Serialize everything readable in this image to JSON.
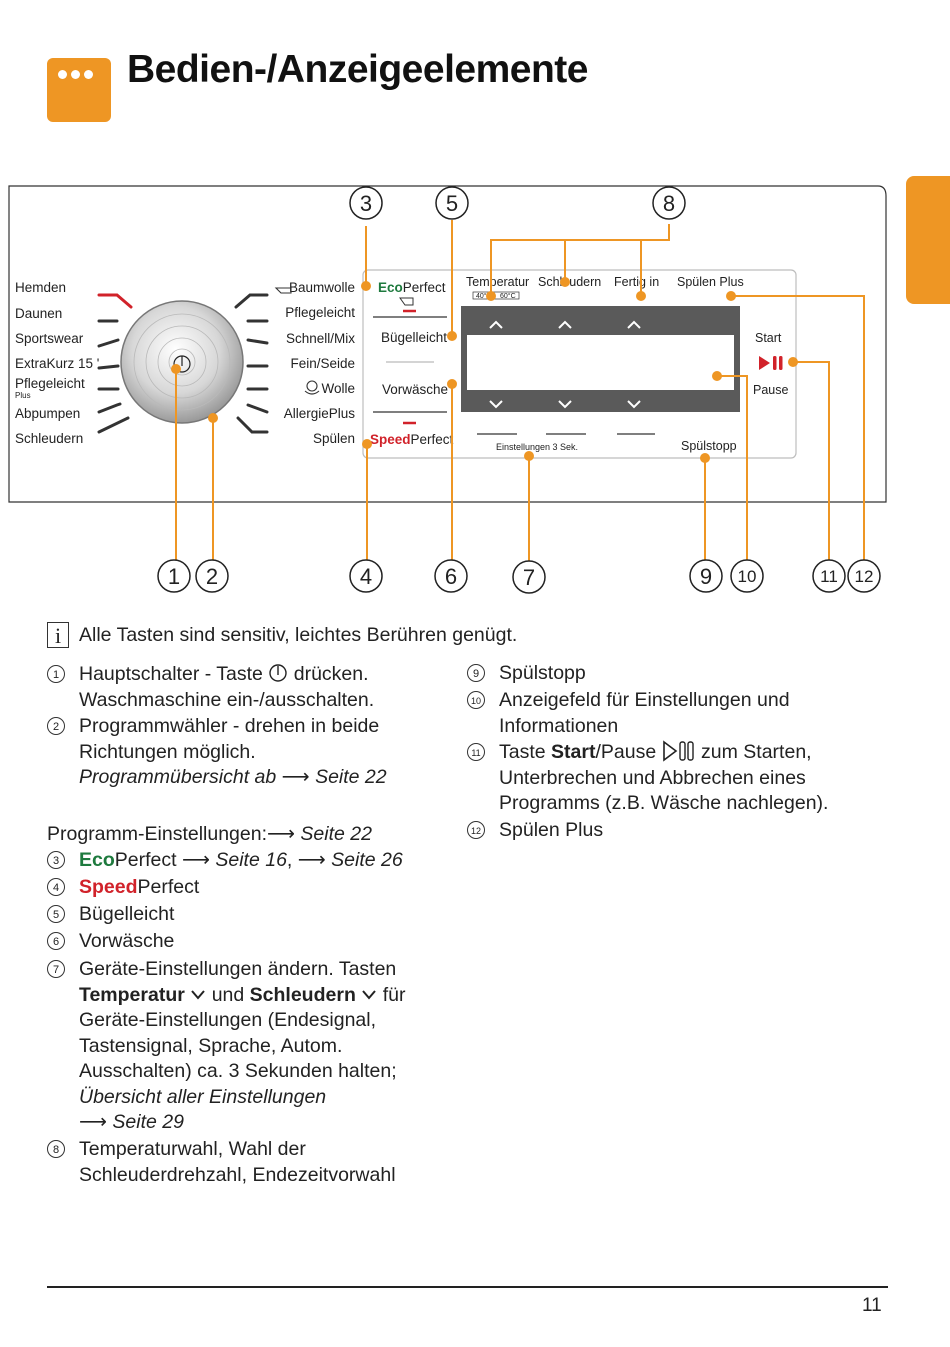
{
  "page": {
    "title": "Bedien-/Anzeigeelemente",
    "number": "11"
  },
  "panel": {
    "programs_left": [
      "Hemden",
      "Daunen",
      "Sportswear",
      "ExtraKurz 15 '",
      "Pflegeleicht",
      "Abpumpen",
      "Schleudern"
    ],
    "programs_left_sub": "Plus",
    "programs_right": [
      "Baumwolle",
      "Pflegeleicht",
      "Schnell/Mix",
      "Fein/Seide",
      "Wolle",
      "AllergiePlus",
      "Spülen"
    ],
    "eco_prefix": "Eco",
    "eco_suffix": "Perfect",
    "speed_prefix": "Speed",
    "speed_suffix": "Perfect",
    "buttons_middle": [
      "Bügelleicht",
      "Vorwäsche"
    ],
    "display_labels": [
      "Temperatur",
      "Schleudern",
      "Fertig in",
      "Spülen Plus"
    ],
    "temp_sub": [
      "40°",
      "60°C"
    ],
    "start_label": "Start",
    "pause_label": "Pause",
    "spuelstopp_label": "Spülstopp",
    "settings_label": "Einstellungen 3 Sek.",
    "callouts": [
      "1",
      "2",
      "3",
      "4",
      "5",
      "6",
      "7",
      "8",
      "9",
      "10",
      "11",
      "12"
    ]
  },
  "info": {
    "icon": "i",
    "text": "Alle Tasten sind sensitiv, leichtes Berühren genügt."
  },
  "legend": {
    "left": {
      "n1": "1",
      "t1a": "Hauptschalter - Taste",
      "t1b": "drücken.",
      "t1c": "Waschmaschine ein-/ausschalten.",
      "n2": "2",
      "t2a": "Programmwähler - drehen in beide",
      "t2b": "Richtungen möglich.",
      "t2c": "Programmübersicht ab",
      "t2d": "Seite 22",
      "prog_settings": "Programm-Einstellungen:",
      "prog_settings_ref": "Seite 22",
      "n3": "3",
      "t3_eco": "Eco",
      "t3_perfect": "Perfect",
      "t3_ref1": "Seite 16",
      "t3_ref2": "Seite 26",
      "n4": "4",
      "t4_speed": "Speed",
      "t4_perfect": "Perfect",
      "n5": "5",
      "t5": "Bügelleicht",
      "n6": "6",
      "t6": "Vorwäsche",
      "n7": "7",
      "t7a": "Geräte-Einstellungen ändern. Tasten",
      "t7_temp": "Temperatur",
      "t7_und": "und",
      "t7_schl": "Schleudern",
      "t7_fuer": "für",
      "t7c": "Geräte-Einstellungen (Endesignal,",
      "t7d": "Tastensignal, Sprache, Autom.",
      "t7e": "Ausschalten) ca. 3 Sekunden halten;",
      "t7f": "Übersicht aller Einstellungen",
      "t7_ref": "Seite 29",
      "n8": "8",
      "t8a": "Temperaturwahl, Wahl der",
      "t8b": "Schleuderdrehzahl, Endezeitvorwahl"
    },
    "right": {
      "n9": "9",
      "t9": "Spülstopp",
      "n10": "10",
      "t10a": "Anzeigefeld für Einstellungen und",
      "t10b": "Informationen",
      "n11": "11",
      "t11_pre": "Taste",
      "t11_start": "Start",
      "t11_pause": "/Pause",
      "t11_post": "zum Starten,",
      "t11b": "Unterbrechen und Abbrechen eines",
      "t11c": "Programms (z.B. Wäsche nachlegen).",
      "n12": "12",
      "t12": "Spülen Plus"
    }
  },
  "colors": {
    "accent": "#ee9624",
    "eco_green": "#1e7a3e",
    "speed_red": "#d1222a",
    "display_dark": "#555555"
  },
  "icons": [
    "power-icon",
    "wool-hand-icon",
    "chevron-up-icon",
    "chevron-down-icon",
    "start-pause-icon",
    "info-icon",
    "arrow-right-icon",
    "iron-shape-icon"
  ]
}
